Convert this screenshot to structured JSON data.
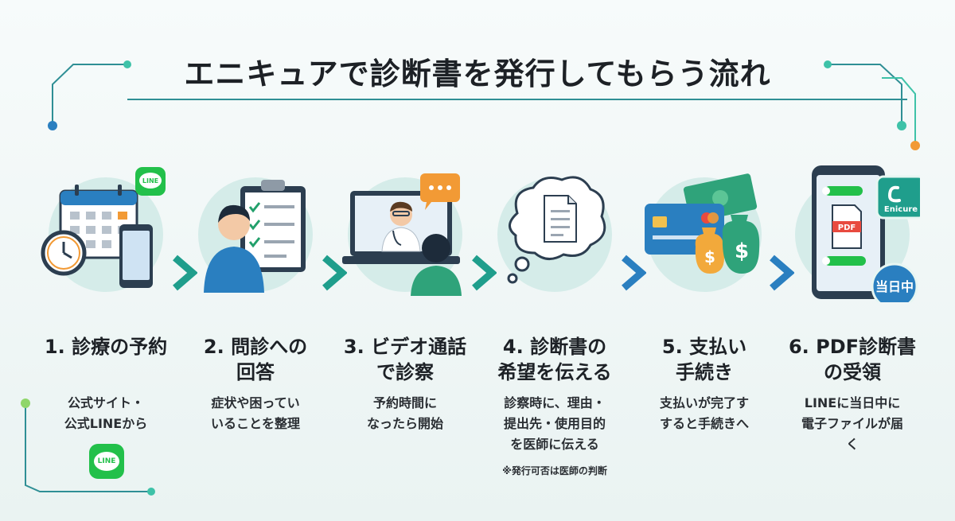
{
  "title": "エニキュアで診断書を発行してもらう流れ",
  "steps": [
    {
      "title_1": "1. 診療の予約",
      "title_2": "",
      "desc_1": "公式サイト・",
      "desc_2": "公式LINEから",
      "desc_3": ""
    },
    {
      "title_1": "2. 問診への",
      "title_2": "回答",
      "desc_1": "症状や困ってい",
      "desc_2": "いることを整理",
      "desc_3": ""
    },
    {
      "title_1": "3. ビデオ通話",
      "title_2": "で診察",
      "desc_1": "予約時間に",
      "desc_2": "なったら開始",
      "desc_3": ""
    },
    {
      "title_1": "4. 診断書の",
      "title_2": "希望を伝える",
      "desc_1": "診察時に、理由・",
      "desc_2": "提出先・使用目的",
      "desc_3": "を医師に伝える",
      "note": "※発行可否は医師の判断"
    },
    {
      "title_1": "5. 支払い",
      "title_2": "手続き",
      "desc_1": "支払いが完了す",
      "desc_2": "すると手続きへ",
      "desc_3": ""
    },
    {
      "title_1": "6. PDF診断書",
      "title_2": "の受領",
      "desc_1": "LINEに当日中に",
      "desc_2": "電子ファイルが届",
      "desc_3": "く"
    }
  ],
  "badges": {
    "line_icon_text": "LINE",
    "line_badge_text": "LINE",
    "enicure_label": "Enicure",
    "pdf_label": "PDF",
    "same_day_label": "当日中"
  },
  "icons": [
    "calendar-icon",
    "clock-icon",
    "smartphone-icon",
    "clipboard-checklist-icon",
    "laptop-doctor-icon",
    "speech-bubble-icon",
    "thought-bubble-document-icon",
    "credit-card-icon",
    "money-bag-icon",
    "phone-pdf-icon",
    "chevron-right-icon"
  ],
  "colors": {
    "accent": "#1f9aa0",
    "arrow_teal": "#1f9e8c",
    "arrow_blue": "#2a7fc0",
    "line_green": "#22c04a",
    "orange_dot": "#f29a35"
  }
}
